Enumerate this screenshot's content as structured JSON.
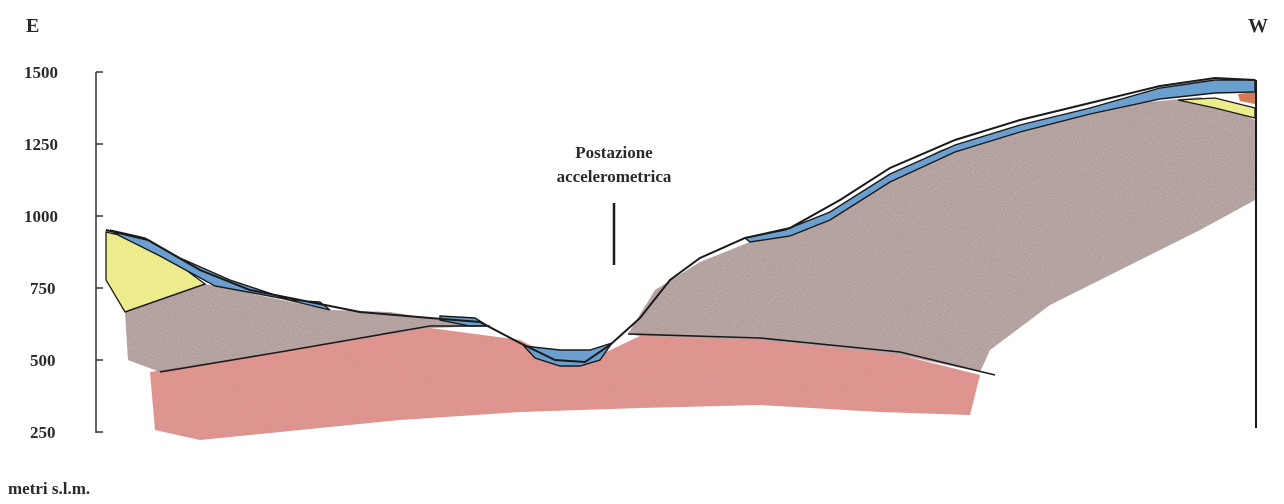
{
  "directions": {
    "east": "E",
    "west": "W"
  },
  "axis": {
    "ticks": [
      "1500",
      "1250",
      "1000",
      "750",
      "500",
      "250"
    ],
    "unit": "metri s.l.m."
  },
  "station": {
    "line1": "Postazione",
    "line2": "accelerometrica"
  },
  "colors": {
    "bedrock_red": "#b5352f",
    "shale_brown": "#6e4c48",
    "cover_blue": "#6a9fd0",
    "deposit_yellow": "#ecec8c",
    "outline": "#1a1a1a"
  }
}
